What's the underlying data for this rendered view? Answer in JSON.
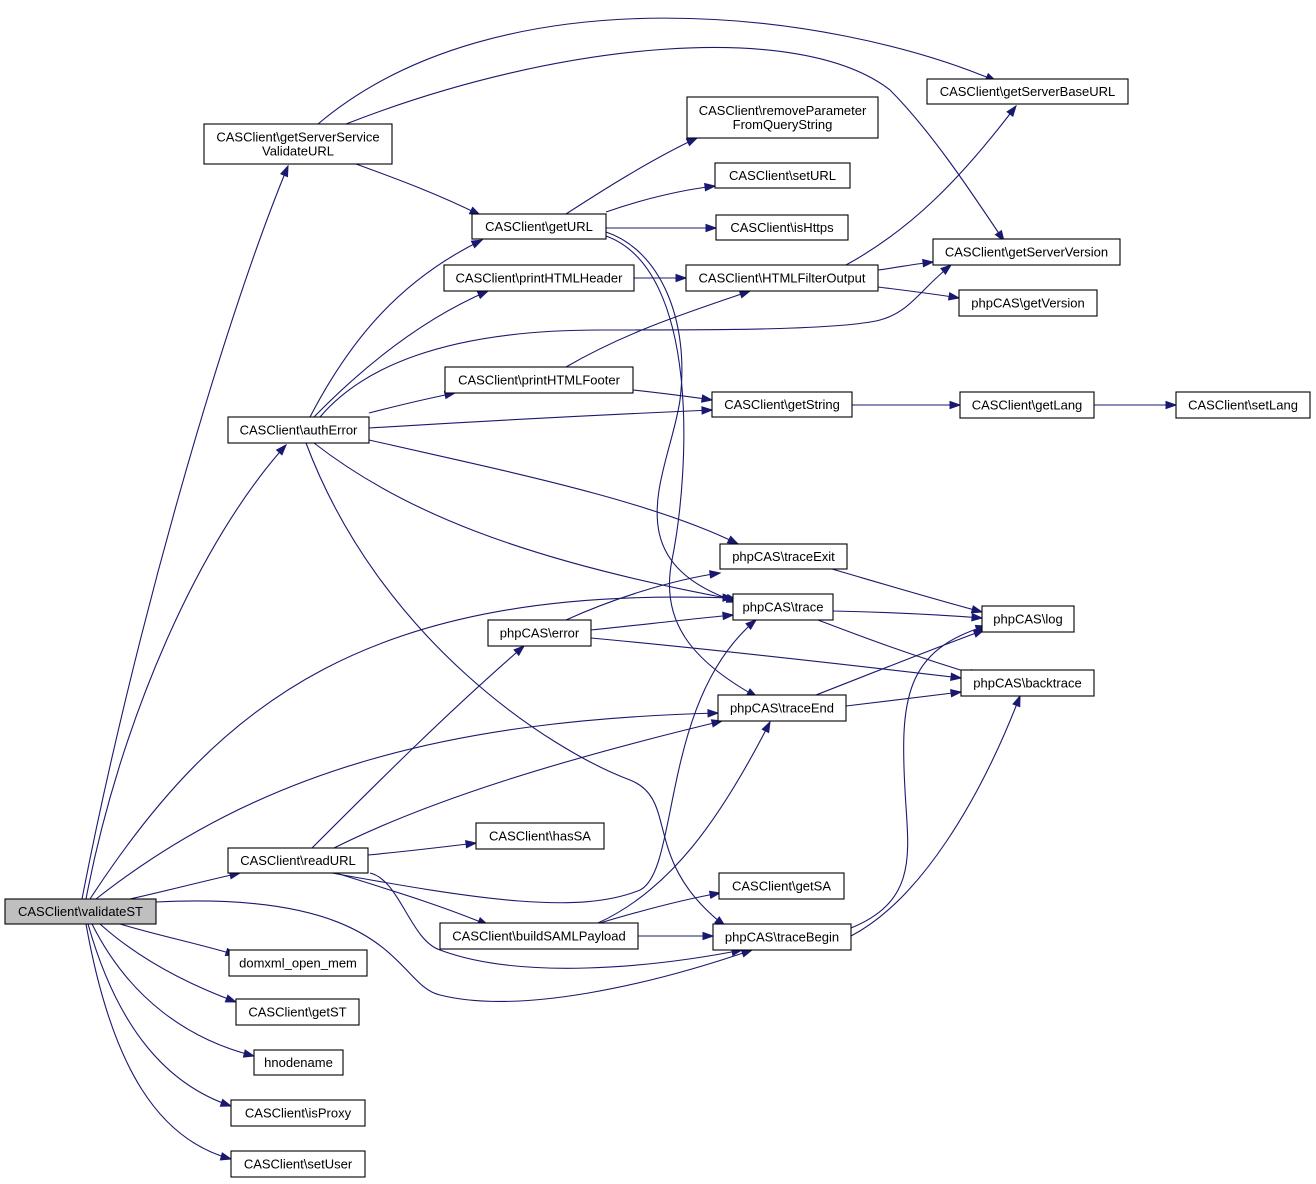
{
  "diagram": {
    "type": "call-graph",
    "colors": {
      "edge": "#191970",
      "node_border": "#000000",
      "node_fill": "#ffffff",
      "root_fill": "#bfbfbf"
    },
    "nodes": [
      {
        "id": "validateST",
        "lines": [
          "CASClient\\validateST"
        ],
        "root": true
      },
      {
        "id": "getServerServiceValidateURL",
        "lines": [
          "CASClient\\getServerService",
          "ValidateURL"
        ]
      },
      {
        "id": "getServerBaseURL",
        "lines": [
          "CASClient\\getServerBaseURL"
        ]
      },
      {
        "id": "removeParameterFromQueryString",
        "lines": [
          "CASClient\\removeParameter",
          "FromQueryString"
        ]
      },
      {
        "id": "setURL",
        "lines": [
          "CASClient\\setURL"
        ]
      },
      {
        "id": "getURL",
        "lines": [
          "CASClient\\getURL"
        ]
      },
      {
        "id": "isHttps",
        "lines": [
          "CASClient\\isHttps"
        ]
      },
      {
        "id": "getServerVersion",
        "lines": [
          "CASClient\\getServerVersion"
        ]
      },
      {
        "id": "printHTMLHeader",
        "lines": [
          "CASClient\\printHTMLHeader"
        ]
      },
      {
        "id": "HTMLFilterOutput",
        "lines": [
          "CASClient\\HTMLFilterOutput"
        ]
      },
      {
        "id": "getVersion",
        "lines": [
          "phpCAS\\getVersion"
        ]
      },
      {
        "id": "printHTMLFooter",
        "lines": [
          "CASClient\\printHTMLFooter"
        ]
      },
      {
        "id": "authError",
        "lines": [
          "CASClient\\authError"
        ]
      },
      {
        "id": "getString",
        "lines": [
          "CASClient\\getString"
        ]
      },
      {
        "id": "getLang",
        "lines": [
          "CASClient\\getLang"
        ]
      },
      {
        "id": "setLang",
        "lines": [
          "CASClient\\setLang"
        ]
      },
      {
        "id": "traceExit",
        "lines": [
          "phpCAS\\traceExit"
        ]
      },
      {
        "id": "trace",
        "lines": [
          "phpCAS\\trace"
        ]
      },
      {
        "id": "log",
        "lines": [
          "phpCAS\\log"
        ]
      },
      {
        "id": "error",
        "lines": [
          "phpCAS\\error"
        ]
      },
      {
        "id": "backtrace",
        "lines": [
          "phpCAS\\backtrace"
        ]
      },
      {
        "id": "traceEnd",
        "lines": [
          "phpCAS\\traceEnd"
        ]
      },
      {
        "id": "hasSA",
        "lines": [
          "CASClient\\hasSA"
        ]
      },
      {
        "id": "readURL",
        "lines": [
          "CASClient\\readURL"
        ]
      },
      {
        "id": "getSA",
        "lines": [
          "CASClient\\getSA"
        ]
      },
      {
        "id": "buildSAMLPayload",
        "lines": [
          "CASClient\\buildSAMLPayload"
        ]
      },
      {
        "id": "traceBegin",
        "lines": [
          "phpCAS\\traceBegin"
        ]
      },
      {
        "id": "domxml_open_mem",
        "lines": [
          "domxml_open_mem"
        ]
      },
      {
        "id": "getST",
        "lines": [
          "CASClient\\getST"
        ]
      },
      {
        "id": "hnodename",
        "lines": [
          "hnodename"
        ]
      },
      {
        "id": "isProxy",
        "lines": [
          "CASClient\\isProxy"
        ]
      },
      {
        "id": "setUser",
        "lines": [
          "CASClient\\setUser"
        ]
      }
    ],
    "edges": [
      {
        "from": "validateST",
        "to": "getServerServiceValidateURL"
      },
      {
        "from": "validateST",
        "to": "authError"
      },
      {
        "from": "validateST",
        "to": "trace"
      },
      {
        "from": "validateST",
        "to": "traceEnd"
      },
      {
        "from": "validateST",
        "to": "readURL"
      },
      {
        "from": "validateST",
        "to": "traceBegin"
      },
      {
        "from": "validateST",
        "to": "domxml_open_mem"
      },
      {
        "from": "validateST",
        "to": "getST"
      },
      {
        "from": "validateST",
        "to": "hnodename"
      },
      {
        "from": "validateST",
        "to": "isProxy"
      },
      {
        "from": "validateST",
        "to": "setUser"
      },
      {
        "from": "getServerServiceValidateURL",
        "to": "getServerBaseURL"
      },
      {
        "from": "getServerServiceValidateURL",
        "to": "getServerVersion"
      },
      {
        "from": "getServerServiceValidateURL",
        "to": "getURL"
      },
      {
        "from": "getURL",
        "to": "removeParameterFromQueryString"
      },
      {
        "from": "getURL",
        "to": "setURL"
      },
      {
        "from": "getURL",
        "to": "isHttps"
      },
      {
        "from": "getURL",
        "to": "trace"
      },
      {
        "from": "getURL",
        "to": "traceEnd"
      },
      {
        "from": "printHTMLHeader",
        "to": "HTMLFilterOutput"
      },
      {
        "from": "HTMLFilterOutput",
        "to": "getServerBaseURL"
      },
      {
        "from": "HTMLFilterOutput",
        "to": "getServerVersion"
      },
      {
        "from": "HTMLFilterOutput",
        "to": "getVersion"
      },
      {
        "from": "printHTMLFooter",
        "to": "HTMLFilterOutput"
      },
      {
        "from": "printHTMLFooter",
        "to": "getString"
      },
      {
        "from": "authError",
        "to": "getURL"
      },
      {
        "from": "authError",
        "to": "printHTMLHeader"
      },
      {
        "from": "authError",
        "to": "getServerVersion"
      },
      {
        "from": "authError",
        "to": "printHTMLFooter"
      },
      {
        "from": "authError",
        "to": "getString"
      },
      {
        "from": "authError",
        "to": "traceExit"
      },
      {
        "from": "authError",
        "to": "trace"
      },
      {
        "from": "authError",
        "to": "traceBegin"
      },
      {
        "from": "getString",
        "to": "getLang"
      },
      {
        "from": "getLang",
        "to": "setLang"
      },
      {
        "from": "traceExit",
        "to": "log"
      },
      {
        "from": "trace",
        "to": "log"
      },
      {
        "from": "trace",
        "to": "backtrace"
      },
      {
        "from": "error",
        "to": "traceExit"
      },
      {
        "from": "error",
        "to": "trace"
      },
      {
        "from": "error",
        "to": "backtrace"
      },
      {
        "from": "traceEnd",
        "to": "log"
      },
      {
        "from": "traceEnd",
        "to": "backtrace"
      },
      {
        "from": "readURL",
        "to": "error"
      },
      {
        "from": "readURL",
        "to": "traceEnd"
      },
      {
        "from": "readURL",
        "to": "hasSA"
      },
      {
        "from": "readURL",
        "to": "trace"
      },
      {
        "from": "readURL",
        "to": "buildSAMLPayload"
      },
      {
        "from": "readURL",
        "to": "traceBegin"
      },
      {
        "from": "buildSAMLPayload",
        "to": "getSA"
      },
      {
        "from": "buildSAMLPayload",
        "to": "traceBegin"
      },
      {
        "from": "buildSAMLPayload",
        "to": "traceEnd"
      },
      {
        "from": "traceBegin",
        "to": "log"
      },
      {
        "from": "traceBegin",
        "to": "backtrace"
      }
    ]
  }
}
